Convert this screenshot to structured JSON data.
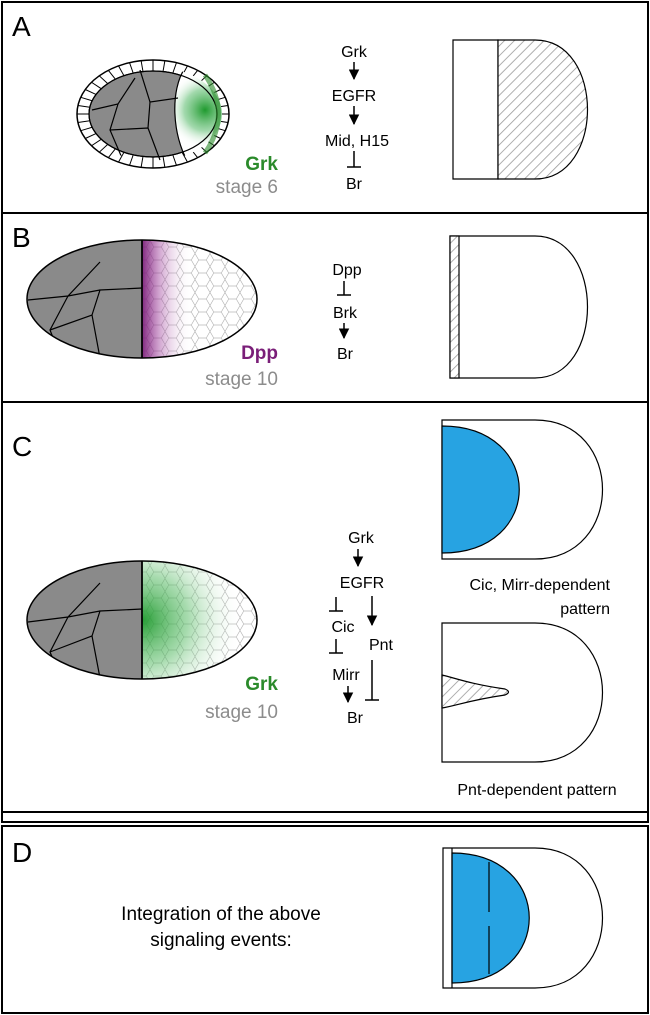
{
  "colors": {
    "grk_green": "#2a8a2a",
    "dpp_purple": "#7a1e78",
    "stage_gray": "#8c8c8c",
    "cell_gray": "#8a8a8a",
    "blue_fill": "#27a3e2",
    "hatch": "#9a9a9a"
  },
  "panels": {
    "a": {
      "letter": "A",
      "signal": "Grk",
      "stage": "stage 6",
      "pathway": [
        "Grk",
        "EGFR",
        "Mid, H15",
        "Br"
      ]
    },
    "b": {
      "letter": "B",
      "signal": "Dpp",
      "stage": "stage 10",
      "pathway": [
        "Dpp",
        "Brk",
        "Br"
      ]
    },
    "c": {
      "letter": "C",
      "signal": "Grk",
      "stage": "stage 10",
      "pathway": {
        "grk": "Grk",
        "egfr": "EGFR",
        "cic": "Cic",
        "pnt": "Pnt",
        "mirr": "Mirr",
        "br": "Br"
      },
      "pattern_top_caption": [
        "Cic, Mirr-dependent",
        "pattern"
      ],
      "pattern_bottom_caption": "Pnt-dependent pattern"
    },
    "d": {
      "letter": "D",
      "text": [
        "Integration of the above",
        "signaling events:"
      ]
    }
  }
}
